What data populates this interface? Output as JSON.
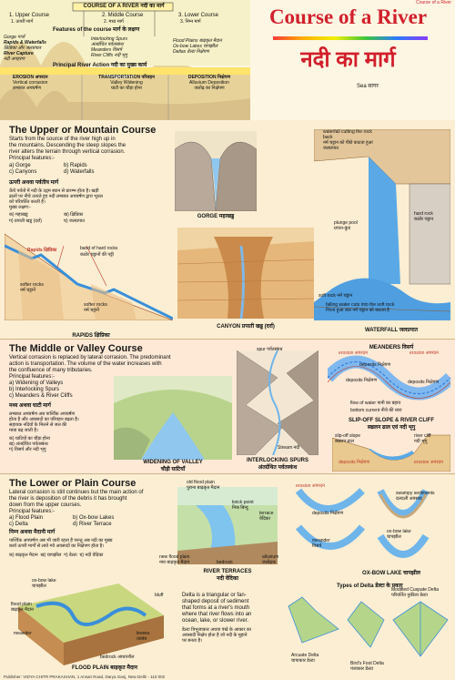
{
  "header": {
    "corner_tag": "Course of a River",
    "title_en": "Course of a River",
    "title_hi": "नदी का मार्ग",
    "sea_label": "Sea सागर",
    "banner": "COURSE OF A RIVER नदी का मार्ग",
    "courses": [
      "1. Upper Course",
      "2. Middle Course",
      "3. Lower Course"
    ],
    "courses_hi": [
      "1. ऊपरी मार्ग",
      "2. मध्य मार्ग",
      "3. निम्न मार्ग"
    ],
    "features_label": "Features of the course   मार्ग के लक्षण",
    "upper_features": [
      "Gorge गार्ज",
      "Rapids & Waterfalls",
      "क्षिप्रिका और जलप्रपात",
      "River Capture",
      "नदी अपहरण"
    ],
    "middle_features": [
      "Interlocking Spurs",
      "अंतर्ग्रथित पर्वतस्कंध",
      "Meanders विसर्प",
      "River Cliffs नदी भृगु"
    ],
    "lower_features": [
      "Flood Plains बाढ़कृत मैदान",
      "Ox-bow Lakes चापझील",
      "Deltas डेल्टा निक्षेपण"
    ],
    "action_label": "Principal River Action   नदी का मुख्य कार्य",
    "actions": [
      {
        "title": "EROSION अपरदन",
        "sub": "Vertical corrasion",
        "sub_hi": "लम्बवत अपघर्षण"
      },
      {
        "title": "TRANSPORTATION परिवहन",
        "sub": "Valley Widening",
        "sub_hi": "घाटी का चौड़ा होना"
      },
      {
        "title": "DEPOSITION निक्षेपण",
        "sub": "Alluvium Deposition",
        "sub_hi": "जलोढ़ का निक्षेपण"
      }
    ]
  },
  "upper": {
    "title": "The Upper or Mountain Course",
    "body": [
      "Starts from the source of the river high up in",
      "the mountains. Descending the steep slopes the",
      "river alters the terrain through vertical corrasion.",
      "Principal features:-"
    ],
    "features": [
      "a) Gorge",
      "b) Rapids",
      "c) Canyons",
      "d) Waterfalls"
    ],
    "title_hi": "ऊपरी अथवा पर्वतीय मार्ग",
    "body_hi": [
      "ऊँचे पर्वतों में नदी के उद्गम स्थान से प्रारम्भ होता है। खड़ी",
      "ढालों पर नीचे उतरते हुए नदी लम्बवत अपघर्षण द्वारा भूतल",
      "को परिवर्तित करती है।",
      "मुख्य लक्षण:-"
    ],
    "features_hi": [
      "क) महाखड्ड",
      "ख) क्षिप्रिका",
      "ग) प्रपाती खड्ड (दर्रा)",
      "घ) जलप्रपात"
    ],
    "labels": {
      "rapids": "Rapids क्षिप्रिका",
      "hard_rocks": "band of hard rocks",
      "hard_rocks_hi": "कठोर चट्टानों की पट्टी",
      "softer": "softer rocks",
      "softer_hi": "नर्म चट्टानें",
      "gorge": "GORGE महाखड्ड",
      "canyon": "CANYON प्रपाती खड्ड (दर्रा)",
      "rapids_cap": "RAPIDS क्षिप्रिका",
      "waterfall": "WATERFALL जलप्रपात",
      "wf_note": "waterfall cutting the rock back",
      "wf_note_hi": "नर्म चट्टान को पीछे काटता हुआ जलप्रपात",
      "hard_rock": "hard rock",
      "hard_rock_hi": "कठोर चट्टान",
      "plunge": "plunge pool",
      "plunge_hi": "प्रपात-कुंड",
      "soft_rock": "soft rock नर्म चट्टान",
      "falling": "falling water cuts into the soft rock",
      "falling_hi": "गिरता हुआ जल नर्म चट्टान को काटता है"
    }
  },
  "middle": {
    "title": "The Middle or Valley Course",
    "body": [
      "Vertical corrasion is replaced by lateral corrasion. The predominant",
      "action is transportation. The volume of the water increases with",
      "the confluence of many tributaries."
    ],
    "features_label": "Principal features:-",
    "features": [
      "a) Widening of Valleys",
      "b) Interlocking Spurs",
      "c) Meanders & River Cliffs"
    ],
    "title_hi": "मध्य अथवा घाटी मार्ग",
    "body_hi": [
      "लम्बवत अपघर्षण अब पार्श्विक अपघर्षण",
      "होता है और अवसादों का परिवहन बढ़ता है।",
      "सहायक नदियों के मिलने से जल की",
      "मात्रा बढ़ जाती है।"
    ],
    "features_hi": [
      "क) घाटियों का चौड़ा होना",
      "ख) अंतर्ग्रथित पर्वतस्कंध",
      "ग) विसर्प और नदी भृगु"
    ],
    "labels": {
      "valley": "WIDENING OF VALLEY",
      "valley_hi": "चौड़ी घाटियाँ",
      "spurs": "INTERLOCKING SPURS",
      "spurs_hi": "अंतर्ग्रथित पर्वतस्कंध",
      "spur": "spur पर्वतस्कंध",
      "stream": "Stream नदी",
      "meanders": "MEANDERS विसर्प",
      "erosion": "erosion अपरदन",
      "deposits": "deposits निक्षेपण",
      "flow": "flow of water पानी का बहाव",
      "bottom": "bottom current नीचे की धारा",
      "slip_title": "SLIP-OFF SLOPE & RIVER CLIFF",
      "slip_title_hi": "स्खलन ढाल एवं नदी भृगु",
      "slip": "slip-off slope",
      "slip_hi": "स्खलन ढाल",
      "cliff": "river cliff",
      "cliff_hi": "नदी भृगु"
    }
  },
  "lower": {
    "title": "The Lower or Plain Course",
    "body": [
      "Lateral corrasion is still continues but the main action of",
      "the river is deposition of the debris it has brought",
      "down from the upper courses."
    ],
    "features_label": "Principal features:-",
    "features": [
      "a) Flood Plain",
      "b) Ox-bow Lakes",
      "c) Delta",
      "d) River Terrace"
    ],
    "title_hi": "निम्न अथवा मैदानी मार्ग",
    "body_hi": [
      "पार्श्विक अपघर्षण अब भी जारी रहता है परन्तु अब नदी का मुख्य",
      "कार्य ऊपरी मार्गों से लाये गये अवसादों का निक्षेपण होता है।"
    ],
    "features_hi": [
      "क) बाढ़कृत मैदान",
      "ख) चापझील",
      "ग) डेल्टा",
      "घ) नदी वेदिका"
    ],
    "labels": {
      "old_fp": "old flood plain",
      "old_fp_hi": "पुराना बाढ़कृत मैदान",
      "knick": "knick point",
      "knick_hi": "निक बिन्दु",
      "terrace": "terrace",
      "terrace_hi": "वेदिका",
      "new_fp": "new flood plain",
      "new_fp_hi": "नया बाढ़कृत मैदान",
      "bedrock": "bedrock",
      "alluvium": "alluvium",
      "alluvium_hi": "जलोढ़क",
      "terraces": "RIVER TERRACES",
      "terraces_hi": "नदी वेदिका",
      "oxbow": "OX-BOW LAKE चापझील",
      "swampy": "swampy sediments",
      "swampy_hi": "दलदली अवसाद",
      "meander": "meander",
      "meander_hi": "विसर्प",
      "oxbow_lake": "ox-bow lake",
      "oxbow_lake_hi": "चापझील",
      "ob_lake": "ox-bow lake",
      "ob_lake_hi": "चापझील",
      "flood_plain": "flood plain",
      "flood_plain_hi": "बाढ़कृत मैदान",
      "bluff": "bluff",
      "meander2": "meander",
      "levees": "levees",
      "levees_hi": "तटबंध",
      "bedrock2": "bedrock आधारशैल",
      "fp_cap": "FLOOD PLAIN बाढ़कृत मैदान",
      "delta_body": [
        "Delta is a triangular or fan-",
        "shaped deposit of sediment",
        "that forms at a river's mouth",
        "where that river flows into an",
        "ocean, lake, or slower river."
      ],
      "delta_body_hi": [
        "डेल्टा त्रिभुजाकार अथवा पंखे के आकार का",
        "अवसादी निक्षेप होता है जो नदी के मुहाने",
        "पर बनता है।"
      ],
      "delta_types": "Types of Delta डेल्टा के प्रकार",
      "arcuate": "Arcuate Delta",
      "arcuate_hi": "चापाकार डेल्टा",
      "birdsfoot": "Bird's Foot Delta",
      "birdsfoot_hi": "पंजाकार डेल्टा",
      "cuspate": "Modified Cuspate Delta",
      "cuspate_hi": "परिवर्तित नुकीला डेल्टा"
    }
  },
  "footer": "Publisher: VIDYA CHITR PRAKASHAN, 1 Ansari Road, Darya Ganj, New Delhi - 110 002"
}
